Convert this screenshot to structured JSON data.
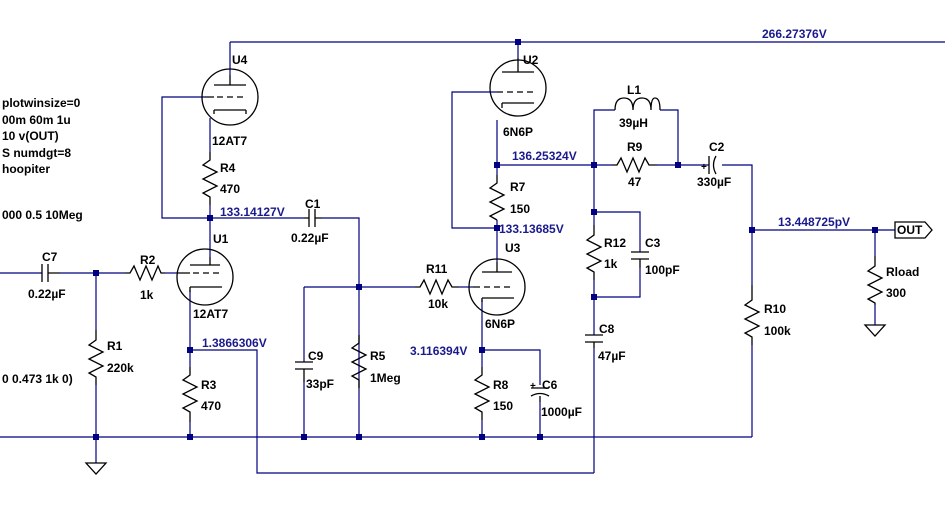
{
  "directives": [
    "plotwinsize=0",
    "00m 60m 1u",
    "10 v(OUT)",
    "S numdgt=8",
    "hoopiter",
    "000 0.5 10Meg",
    "0 0.473 1k 0)"
  ],
  "nodes": {
    "b_plus": "266.27376V",
    "u1_plate": "133.14127V",
    "u1_cathode": "1.3866306V",
    "u2_cathode": "136.25324V",
    "u3_plate": "133.13685V",
    "u3_cathode": "3.116394V",
    "output": "13.448725pV"
  },
  "port": "OUT",
  "tubes": {
    "u4": {
      "ref": "U4",
      "value": "12AT7"
    },
    "u1": {
      "ref": "U1",
      "value": "12AT7"
    },
    "u2": {
      "ref": "U2",
      "value": "6N6P"
    },
    "u3": {
      "ref": "U3",
      "value": "6N6P"
    }
  },
  "components": {
    "c7": {
      "ref": "C7",
      "value": "0.22µF"
    },
    "r2": {
      "ref": "R2",
      "value": "1k"
    },
    "r1": {
      "ref": "R1",
      "value": "220k"
    },
    "r4": {
      "ref": "R4",
      "value": "470"
    },
    "r3": {
      "ref": "R3",
      "value": "470"
    },
    "c1": {
      "ref": "C1",
      "value": "0.22µF"
    },
    "c9": {
      "ref": "C9",
      "value": "33pF"
    },
    "r5": {
      "ref": "R5",
      "value": "1Meg"
    },
    "r11": {
      "ref": "R11",
      "value": "10k"
    },
    "r7": {
      "ref": "R7",
      "value": "150"
    },
    "r8": {
      "ref": "R8",
      "value": "150"
    },
    "c6": {
      "ref": "C6",
      "value": "1000µF"
    },
    "l1": {
      "ref": "L1",
      "value": "39µH"
    },
    "r9": {
      "ref": "R9",
      "value": "47"
    },
    "c2": {
      "ref": "C2",
      "value": "330µF"
    },
    "r12": {
      "ref": "R12",
      "value": "1k"
    },
    "c3": {
      "ref": "C3",
      "value": "100pF"
    },
    "c8": {
      "ref": "C8",
      "value": "47µF"
    },
    "r10": {
      "ref": "R10",
      "value": "100k"
    },
    "rload": {
      "ref": "Rload",
      "value": "300"
    }
  }
}
